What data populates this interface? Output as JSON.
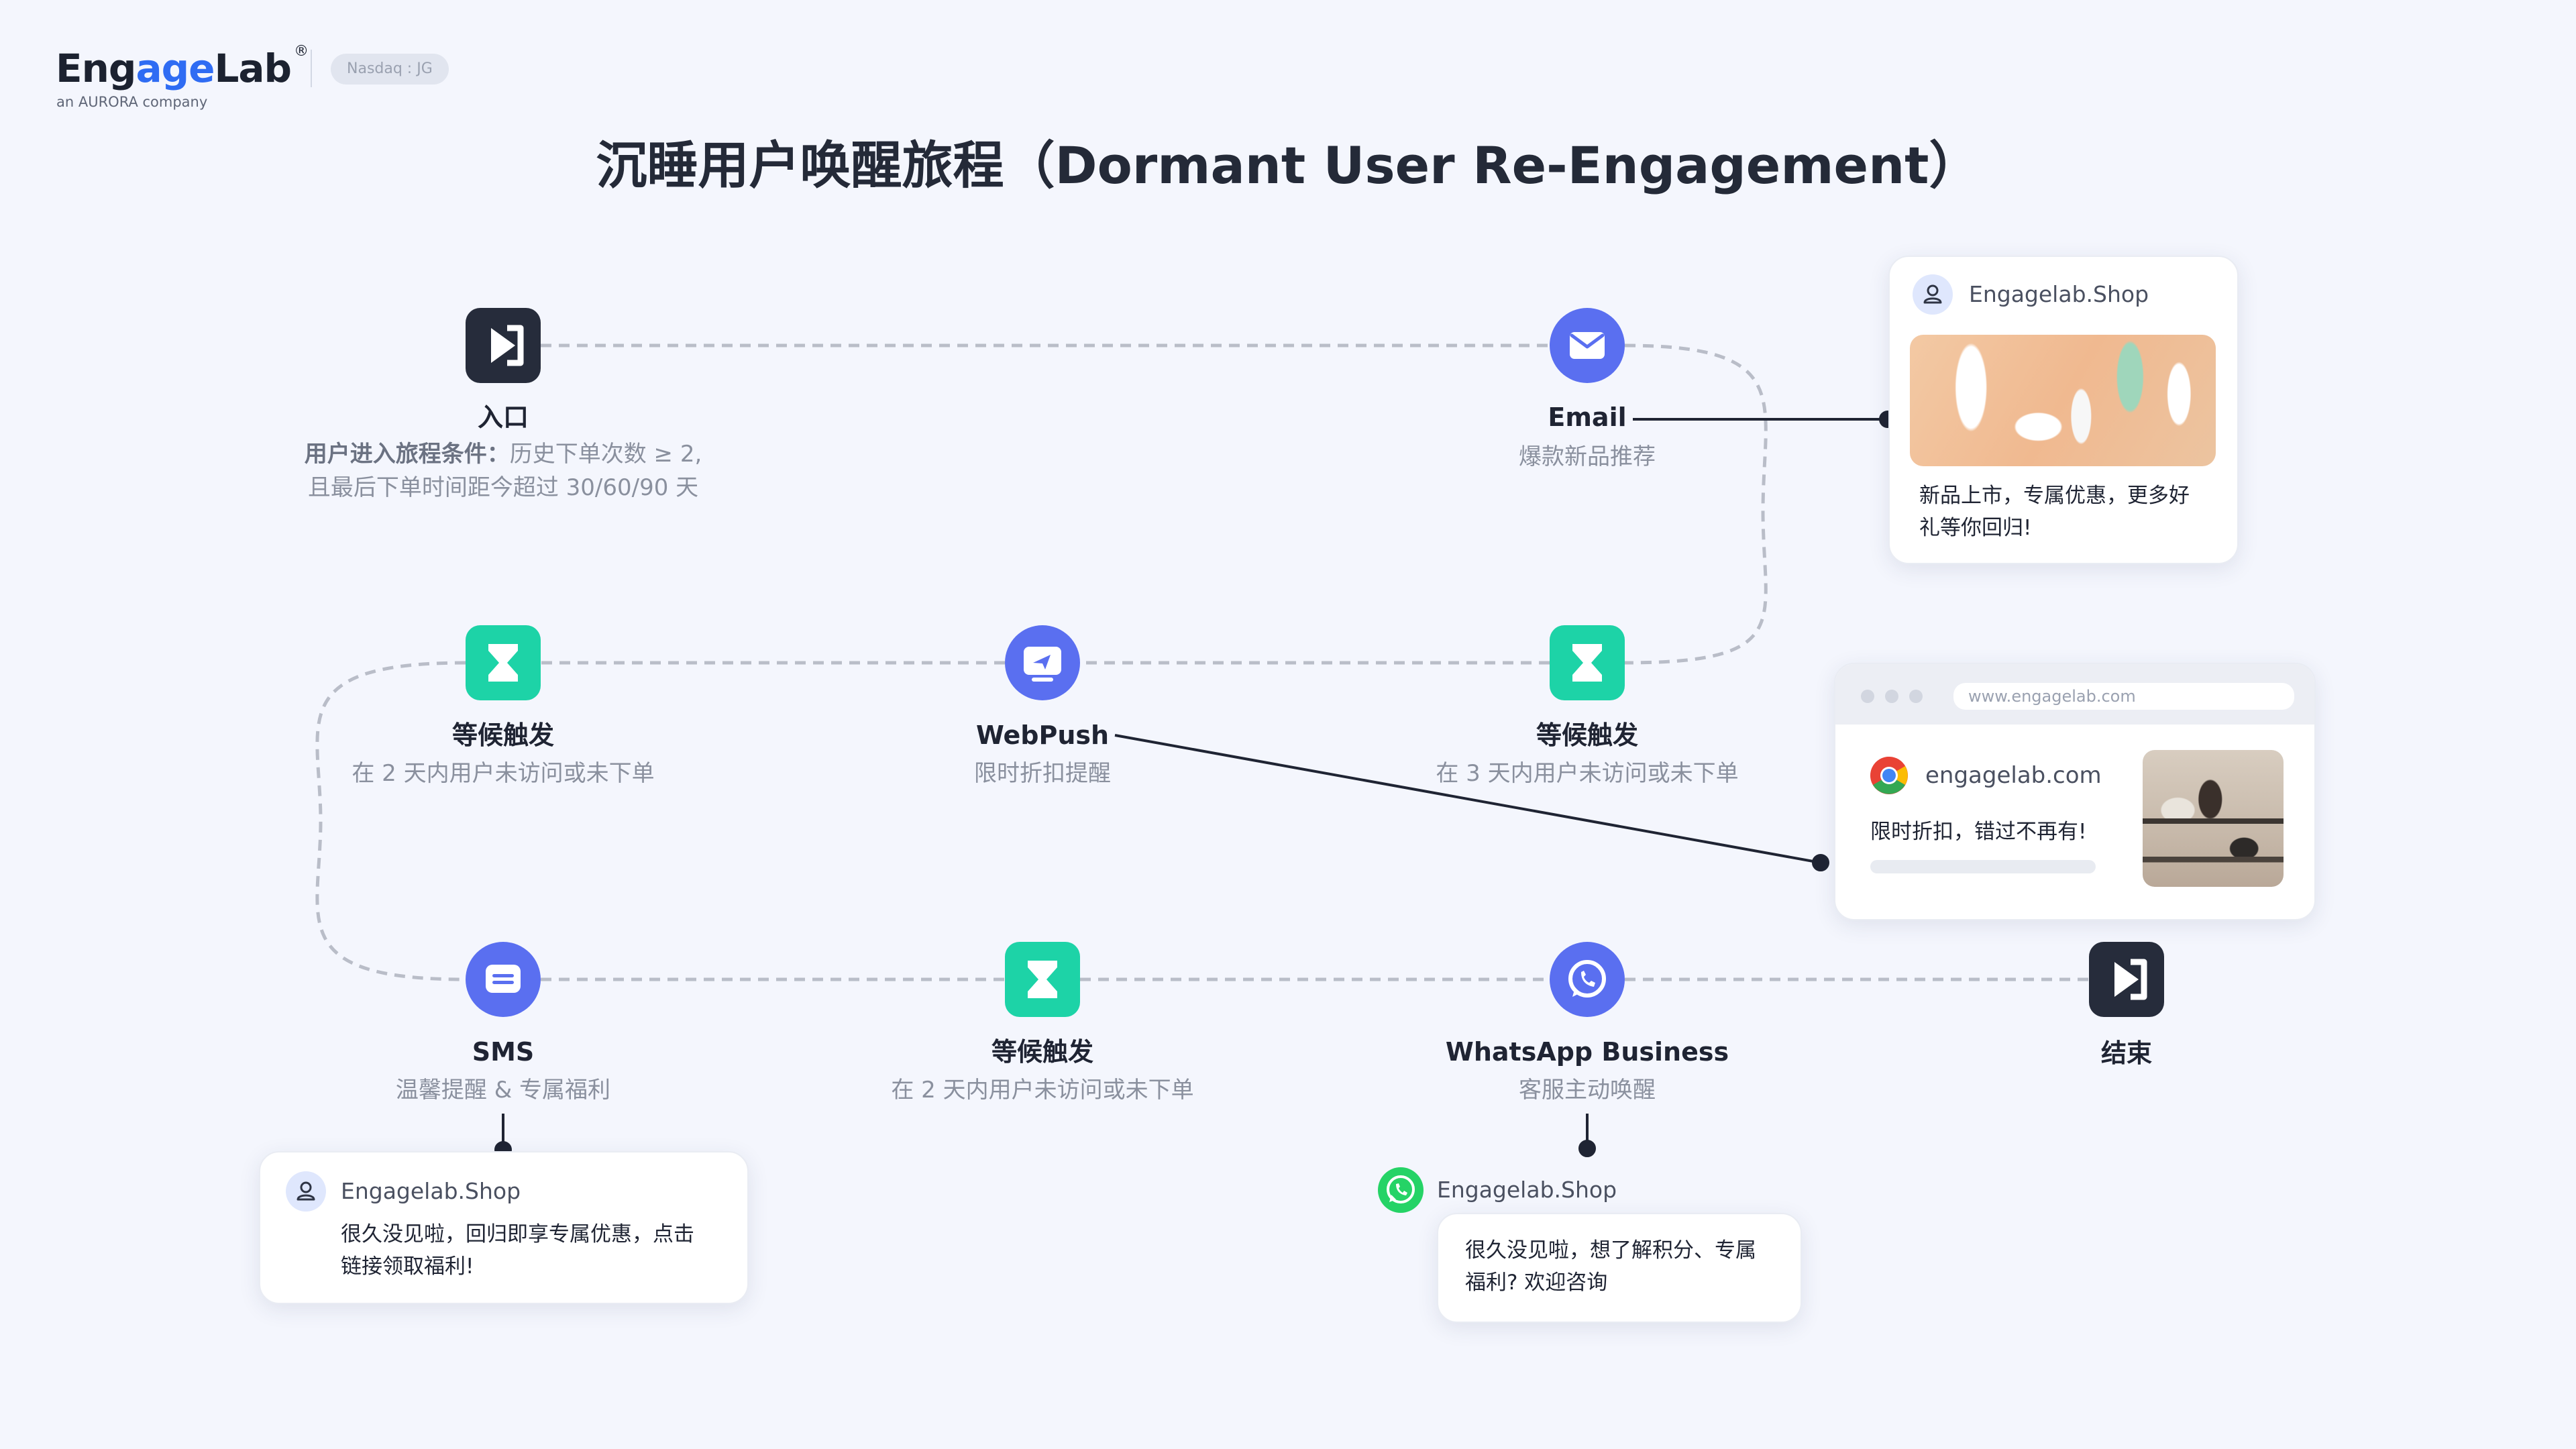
{
  "header": {
    "logo_main_a": "Eng",
    "logo_main_b": "age",
    "logo_main_c": "Lab",
    "logo_reg": "®",
    "logo_sub": "an AURORA company",
    "ticker": "Nasdaq : JG"
  },
  "title": "沉睡用户唤醒旅程（Dormant User Re-Engagement）",
  "colors": {
    "background": "#f4f6fd",
    "node_dark": "#262c3b",
    "node_green": "#1dd3a7",
    "node_blue": "#5a6ff0",
    "dashed_line": "#b9bdc8",
    "pointer_line": "#1f2433"
  },
  "nodes": {
    "entry": {
      "icon": "enter-icon",
      "label": "入口",
      "desc_lead": "用户进入旅程条件：",
      "desc_line1": "历史下单次数 ≥ 2,",
      "desc_line2": "且最后下单时间距今超过 30/60/90 天"
    },
    "email": {
      "icon": "mail-icon",
      "label": "Email",
      "desc": "爆款新品推荐"
    },
    "wait_3": {
      "icon": "hourglass-icon",
      "label": "等候触发",
      "desc": "在 3 天内用户未访问或未下单"
    },
    "webpush": {
      "icon": "webpush-icon",
      "label": "WebPush",
      "desc": "限时折扣提醒"
    },
    "wait_2a": {
      "icon": "hourglass-icon",
      "label": "等候触发",
      "desc": "在 2 天内用户未访问或未下单"
    },
    "sms": {
      "icon": "sms-icon",
      "label": "SMS",
      "desc": "温馨提醒 & 专属福利"
    },
    "wait_2b": {
      "icon": "hourglass-icon",
      "label": "等候触发",
      "desc": "在 2 天内用户未访问或未下单"
    },
    "whatsapp": {
      "icon": "whatsapp-icon",
      "label": "WhatsApp Business",
      "desc": "客服主动唤醒"
    },
    "end": {
      "icon": "exit-icon",
      "label": "结束"
    }
  },
  "cards": {
    "email": {
      "sender": "Engagelab.Shop",
      "image": "cosmetics-products-photo",
      "msg_line1": "新品上市，专属优惠，更多好",
      "msg_line2": "礼等你回归!"
    },
    "webpush": {
      "url": "www.engagelab.com",
      "site": "engagelab.com",
      "msg": "限时折扣，错过不再有!",
      "image": "home-decor-shelf-photo"
    },
    "sms": {
      "sender": "Engagelab.Shop",
      "msg_line1": "很久没见啦，回归即享专属优惠，点击",
      "msg_line2": "链接领取福利!"
    },
    "whatsapp": {
      "sender": "Engagelab.Shop",
      "msg_line1": "很久没见啦，想了解积分、专属",
      "msg_line2": "福利? 欢迎咨询"
    }
  }
}
